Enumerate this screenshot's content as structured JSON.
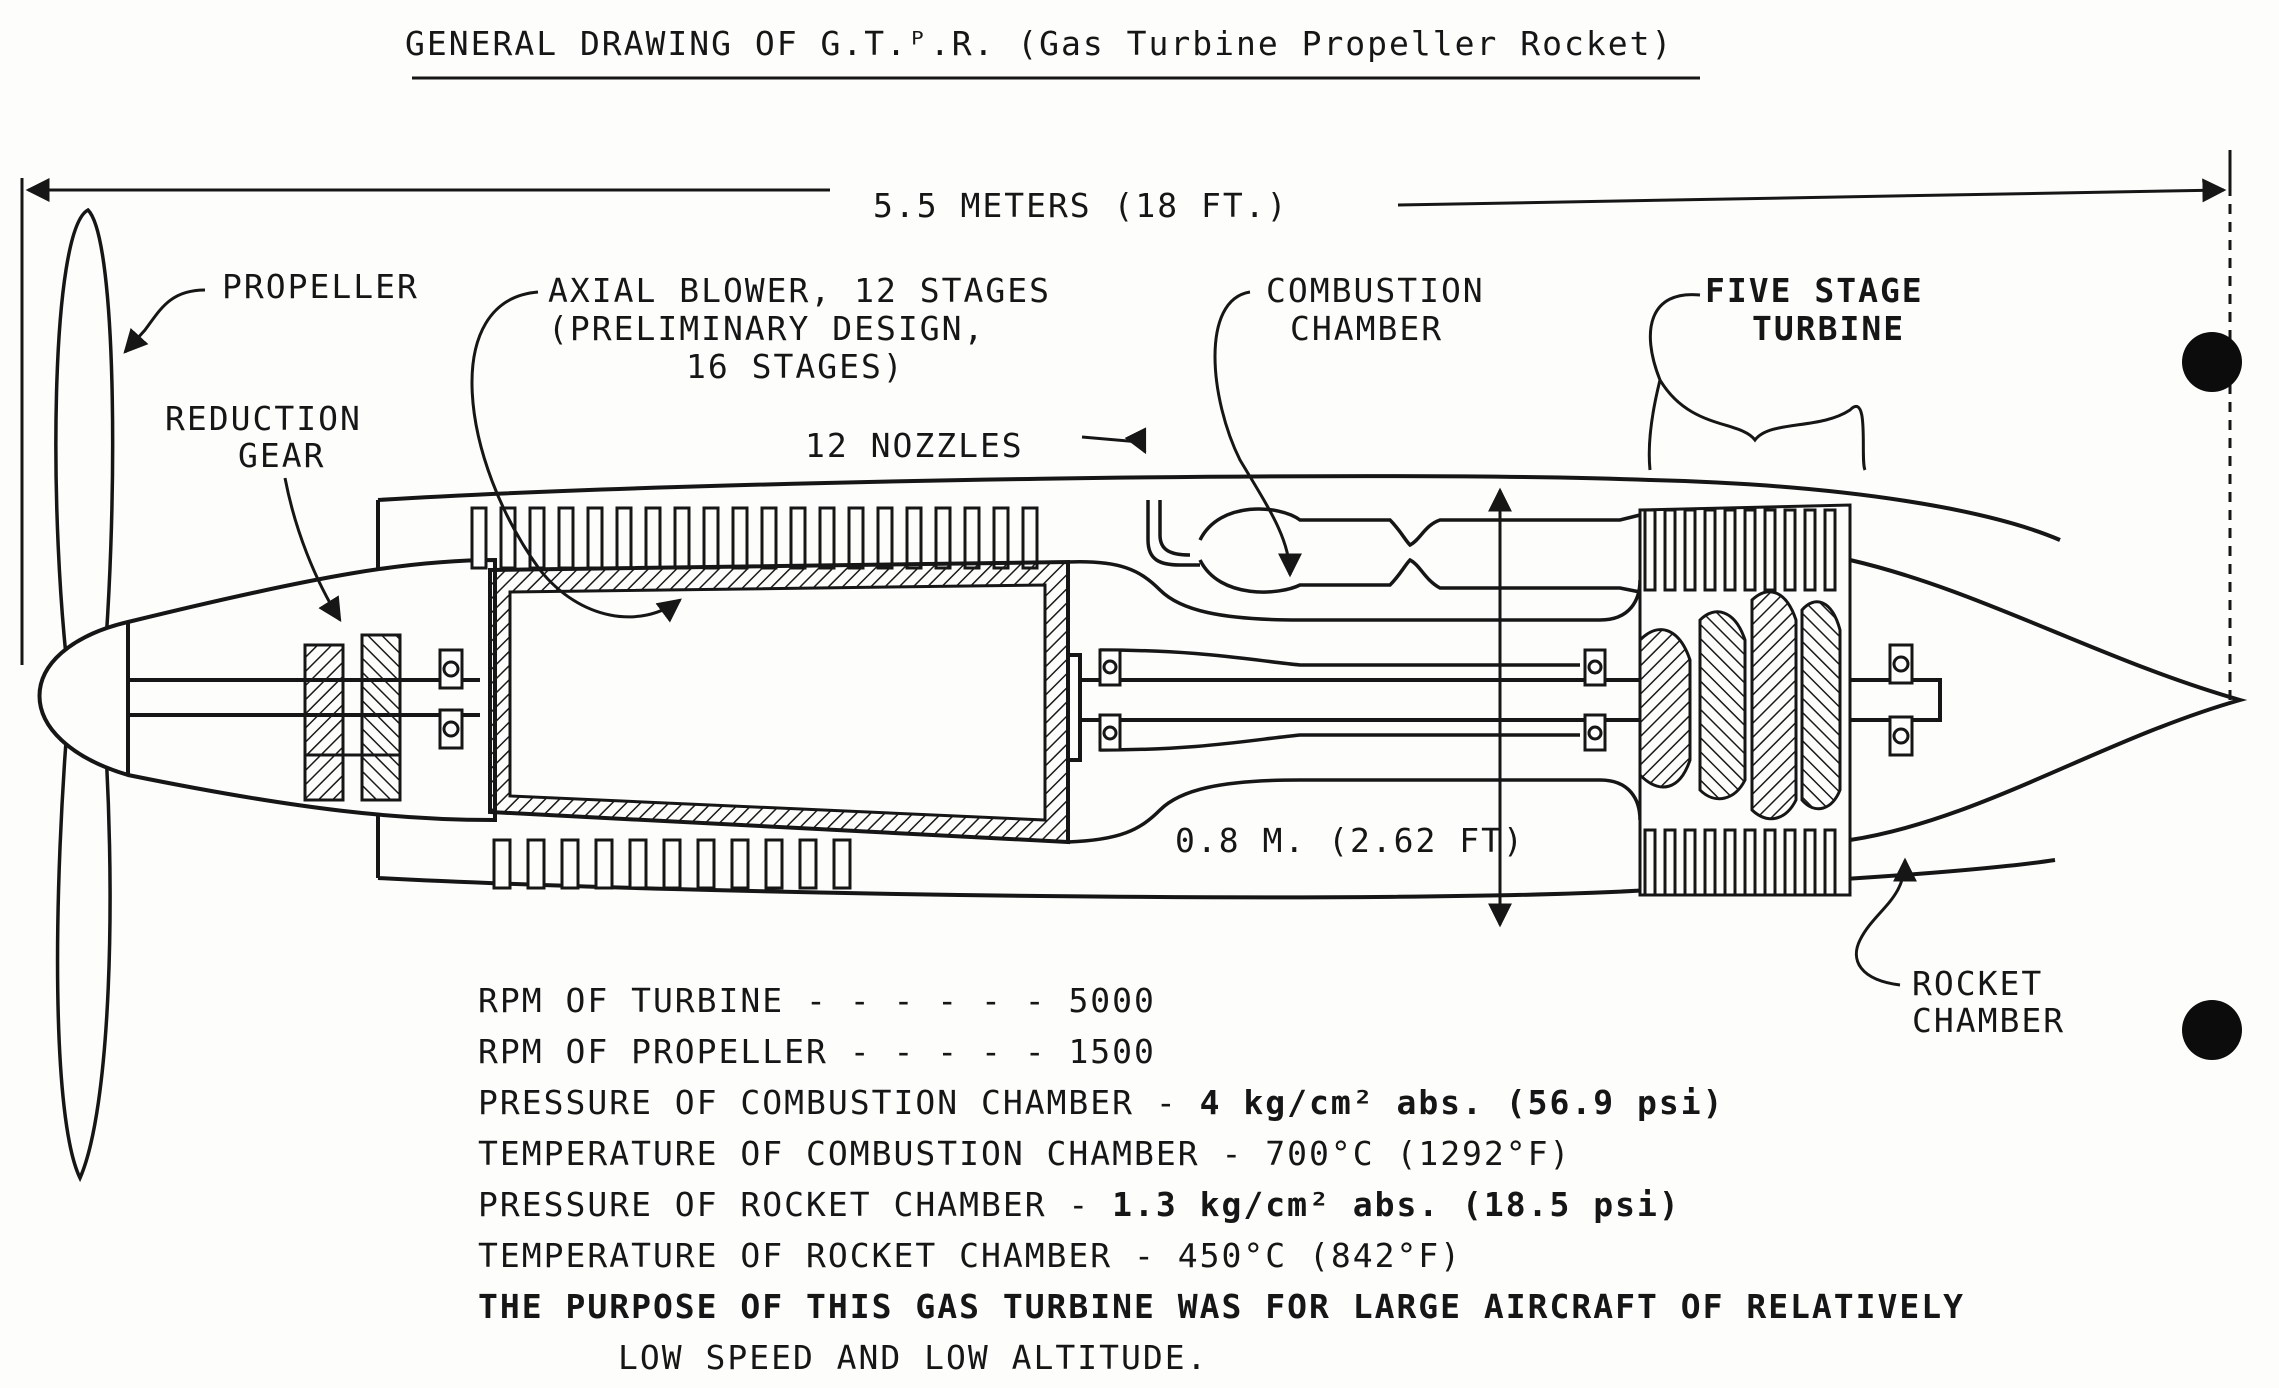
{
  "title": "GENERAL DRAWING OF G.T.ᴾ.R. (Gas Turbine Propeller Rocket)",
  "dimensions": {
    "overall_length": "5.5 METERS (18 FT.)",
    "diameter": "0.8 M. (2.62 FT)"
  },
  "labels": {
    "propeller": "PROPELLER",
    "reduction_gear": [
      "REDUCTION",
      "GEAR"
    ],
    "axial_blower": [
      "AXIAL BLOWER, 12 STAGES",
      "(PRELIMINARY DESIGN,",
      "16 STAGES)"
    ],
    "nozzles": "12 NOZZLES",
    "combustion_chamber": [
      "COMBUSTION",
      "CHAMBER"
    ],
    "turbine": [
      "FIVE STAGE",
      "TURBINE"
    ],
    "rocket_chamber": [
      "ROCKET",
      "CHAMBER"
    ]
  },
  "specs": [
    {
      "label": "RPM OF TURBINE - - - - - - ",
      "value": "5000"
    },
    {
      "label": "RPM OF PROPELLER - - - - - ",
      "value": "1500"
    },
    {
      "label": "PRESSURE OF COMBUSTION CHAMBER - ",
      "value": "4 kg/cm² abs. (56.9 psi)"
    },
    {
      "label": "TEMPERATURE OF COMBUSTION CHAMBER - ",
      "value": "700°C (1292°F)"
    },
    {
      "label": "PRESSURE OF ROCKET CHAMBER - ",
      "value": "1.3 kg/cm² abs. (18.5 psi)"
    },
    {
      "label": "TEMPERATURE OF ROCKET CHAMBER - ",
      "value": "450°C (842°F)"
    }
  ],
  "purpose": [
    "THE PURPOSE OF THIS GAS TURBINE WAS FOR LARGE AIRCRAFT OF RELATIVELY",
    "LOW SPEED AND LOW ALTITUDE."
  ]
}
